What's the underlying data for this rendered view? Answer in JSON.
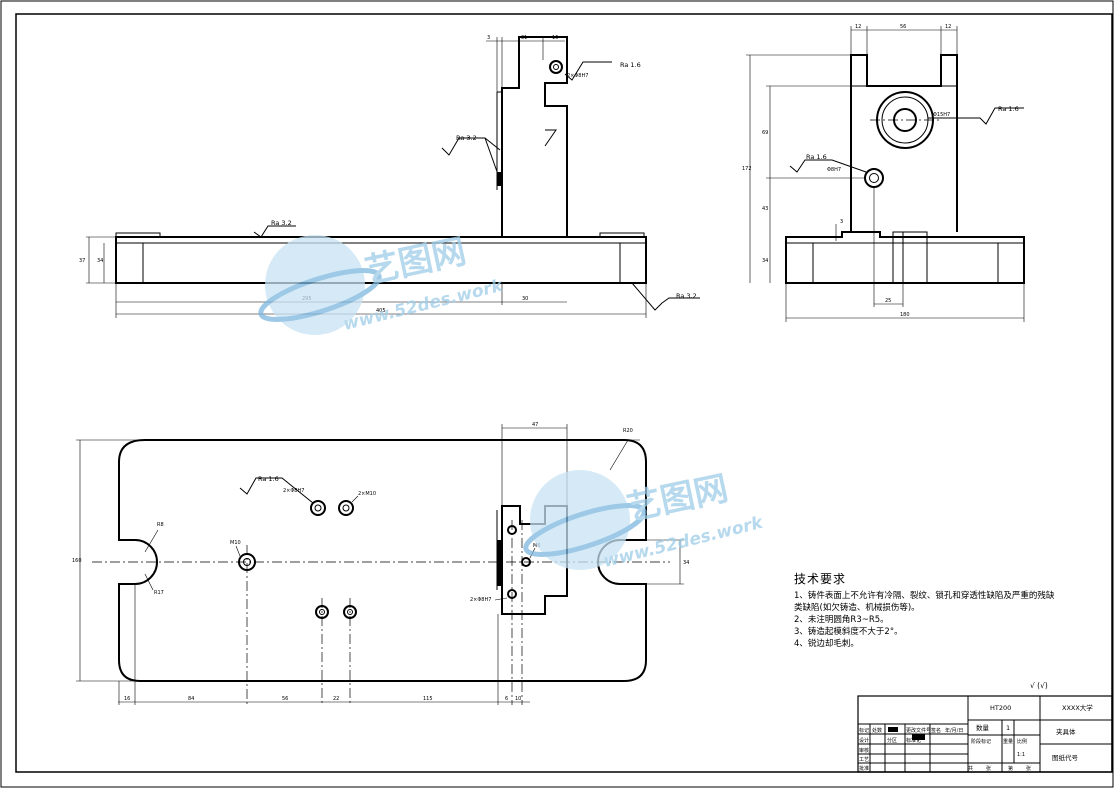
{
  "views": {
    "front": {
      "dims": [
        "3",
        "31",
        "16",
        "37",
        "34",
        "295",
        "30",
        "405"
      ],
      "roughness": [
        "Ra 1.6",
        "Ra 3.2",
        "Ra 3.2",
        "Ra 3.2"
      ],
      "hole_note": "2×Φ8H7"
    },
    "side": {
      "dims": [
        "12",
        "56",
        "12",
        "172",
        "69",
        "43",
        "3",
        "34",
        "25",
        "180"
      ],
      "roughness": [
        "Ra 1.6",
        "Ra 1.6"
      ],
      "hole_notes": [
        "Φ15H7",
        "Φ8H7"
      ]
    },
    "top": {
      "dims": [
        "47",
        "R20",
        "R8",
        "R17",
        "M10",
        "M6",
        "34",
        "160",
        "16",
        "84",
        "56",
        "22",
        "115",
        "6",
        "10"
      ],
      "roughness": [
        "Ra 1.6"
      ],
      "hole_notes": [
        "2×Φ8H7",
        "2×M10",
        "2×Φ8H7"
      ]
    }
  },
  "technical_requirements": {
    "title": "技术要求",
    "items": [
      "1、铸件表面上不允许有冷隔、裂纹、锁孔和穿透性缺陷及严重的残缺",
      "类缺陷(如欠铸造、机械损伤等)。",
      "2、未注明圆角R3~R5。",
      "3、铸造起模斜度不大于2°。",
      "4、锐边却毛刺。"
    ]
  },
  "surface_symbol": "√ (√)",
  "title_block": {
    "material": "HT200",
    "school": "XXXX大学",
    "part_name": "夹具体",
    "drawing_no": "图纸代号",
    "qty_label": "数量",
    "qty": "1",
    "scale_label": "比例",
    "scale": "1:1",
    "weight_label": "重量",
    "stage_label": "阶段标记",
    "total_label": "共",
    "sheets_label": "张",
    "sheet_label": "第",
    "sheet_word": "张",
    "rows": [
      "标记",
      "处数",
      "分区",
      "更改文件号",
      "签名",
      "年/月/日",
      "设计",
      "标准化",
      "审核",
      "工艺",
      "批准"
    ]
  },
  "watermark": {
    "brand": "艺图网",
    "url": "www.52des.work"
  }
}
